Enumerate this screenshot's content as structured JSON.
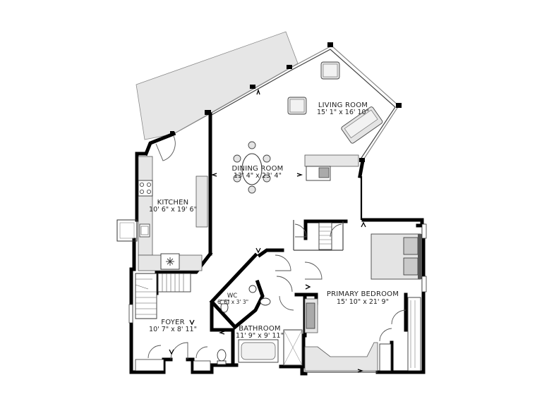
{
  "rooms": {
    "living": {
      "name": "LIVING ROOM",
      "dims": "15' 1\" x 16' 10\""
    },
    "dining": {
      "name": "DINING ROOM",
      "dims": "13' 4\" x 23' 4\""
    },
    "kitchen": {
      "name": "KITCHEN",
      "dims": "10' 6\" x 19' 6\""
    },
    "primary_bedroom": {
      "name": "PRIMARY BEDROOM",
      "dims": "15' 10\" x 21' 9\""
    },
    "wc": {
      "name": "WC",
      "dims": "6' 6\" x 3' 3\""
    },
    "foyer": {
      "name": "FOYER",
      "dims": "10' 7\" x 8' 11\""
    },
    "bathroom": {
      "name": "BATHROOM",
      "dims": "11' 9\" x 9' 11\""
    }
  },
  "colors": {
    "wall": "#000000",
    "floor": "#ffffff",
    "furniture": "#e4e4e4",
    "deck": "#e6e6e6"
  },
  "icons": [
    "arrow-marker-icon",
    "fan-icon",
    "stove-icon",
    "sink-icon",
    "toilet-icon",
    "bathtub-icon",
    "bed-icon",
    "armchair-icon",
    "sofa-icon",
    "dining-table-icon"
  ]
}
